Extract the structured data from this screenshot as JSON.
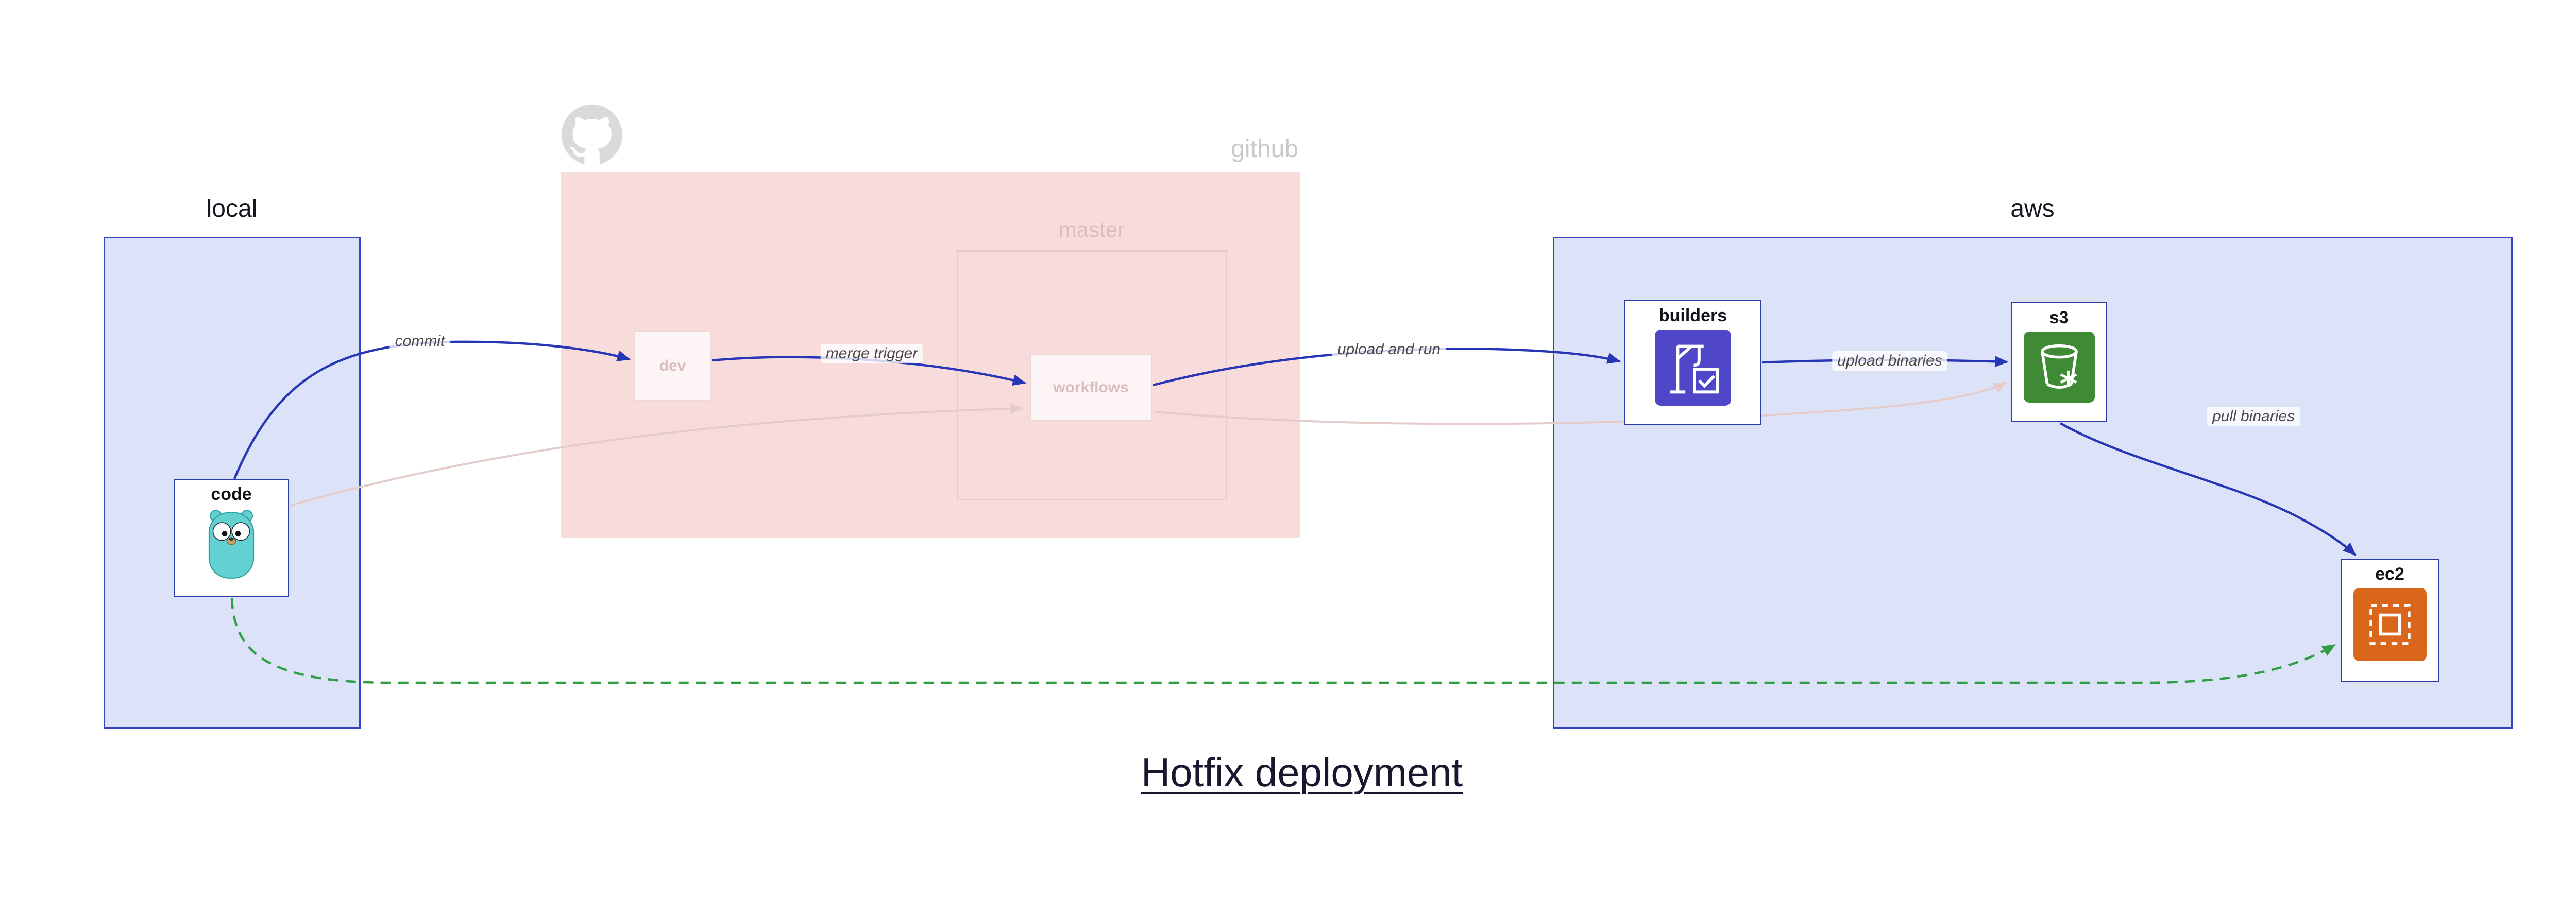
{
  "title": "Hotfix deployment",
  "groups": {
    "local": {
      "label": "local"
    },
    "github": {
      "label": "github",
      "icon": "github-octocat-icon"
    },
    "master": {
      "label": "master"
    },
    "aws": {
      "label": "aws"
    }
  },
  "nodes": {
    "code": {
      "label": "code",
      "icon": "gopher-icon"
    },
    "dev": {
      "label": "dev"
    },
    "workflows": {
      "label": "workflows"
    },
    "builders": {
      "label": "builders",
      "icon": "codebuild-crane-icon"
    },
    "s3": {
      "label": "s3",
      "icon": "s3-bucket-icon"
    },
    "ec2": {
      "label": "ec2",
      "icon": "ec2-chip-icon"
    }
  },
  "edges": {
    "commit": {
      "label": "commit",
      "style": "solid",
      "color": "#2636b4"
    },
    "merge_trigger": {
      "label": "merge trigger",
      "style": "solid",
      "color": "#2636b4"
    },
    "upload_and_run": {
      "label": "upload and run",
      "style": "solid",
      "color": "#2636b4"
    },
    "upload_binaries": {
      "label": "upload binaries",
      "style": "solid",
      "color": "#2636b4"
    },
    "pull_binaries": {
      "label": "pull binaries",
      "style": "solid",
      "color": "#2636b4"
    },
    "hotfix_path": {
      "label": "",
      "style": "dashed",
      "color": "#2f9e44"
    }
  },
  "colors": {
    "container_fill": "#dce3f8",
    "container_border": "#3344c0",
    "github_fill": "#f8dcdc",
    "faded_pink": "#e6cbcb",
    "edge_blue": "#2636b4",
    "hotfix_green": "#2f9e44",
    "codebuild_purple": "#4f46c8",
    "s3_green": "#3e8a35",
    "ec2_orange": "#d9661a",
    "gopher_teal": "#63d1d2"
  }
}
